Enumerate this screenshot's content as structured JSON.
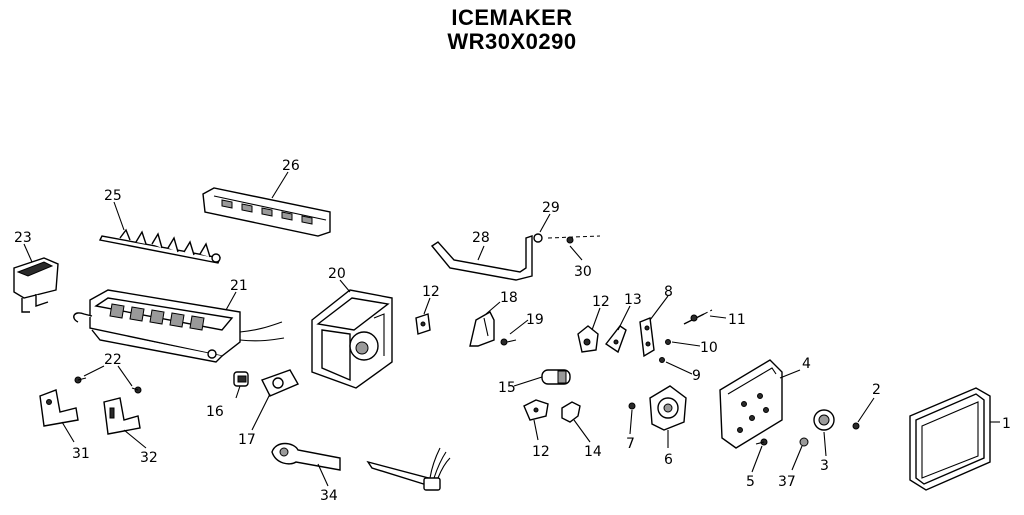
{
  "title": {
    "line1": "ICEMAKER",
    "line2": "WR30X0290"
  },
  "parts": [
    {
      "id": "26",
      "label": "26"
    },
    {
      "id": "25",
      "label": "25"
    },
    {
      "id": "23",
      "label": "23"
    },
    {
      "id": "21",
      "label": "21"
    },
    {
      "id": "22",
      "label": "22"
    },
    {
      "id": "31",
      "label": "31"
    },
    {
      "id": "32",
      "label": "32"
    },
    {
      "id": "20",
      "label": "20"
    },
    {
      "id": "16",
      "label": "16"
    },
    {
      "id": "17",
      "label": "17"
    },
    {
      "id": "34",
      "label": "34"
    },
    {
      "id": "12a",
      "label": "12"
    },
    {
      "id": "18",
      "label": "18"
    },
    {
      "id": "19",
      "label": "19"
    },
    {
      "id": "29",
      "label": "29"
    },
    {
      "id": "28",
      "label": "28"
    },
    {
      "id": "30",
      "label": "30"
    },
    {
      "id": "12b",
      "label": "12"
    },
    {
      "id": "13",
      "label": "13"
    },
    {
      "id": "8",
      "label": "8"
    },
    {
      "id": "11",
      "label": "11"
    },
    {
      "id": "10",
      "label": "10"
    },
    {
      "id": "9",
      "label": "9"
    },
    {
      "id": "15",
      "label": "15"
    },
    {
      "id": "12c",
      "label": "12"
    },
    {
      "id": "14",
      "label": "14"
    },
    {
      "id": "7",
      "label": "7"
    },
    {
      "id": "6",
      "label": "6"
    },
    {
      "id": "4",
      "label": "4"
    },
    {
      "id": "5",
      "label": "5"
    },
    {
      "id": "37",
      "label": "37"
    },
    {
      "id": "3",
      "label": "3"
    },
    {
      "id": "2",
      "label": "2"
    },
    {
      "id": "1",
      "label": "1"
    }
  ]
}
